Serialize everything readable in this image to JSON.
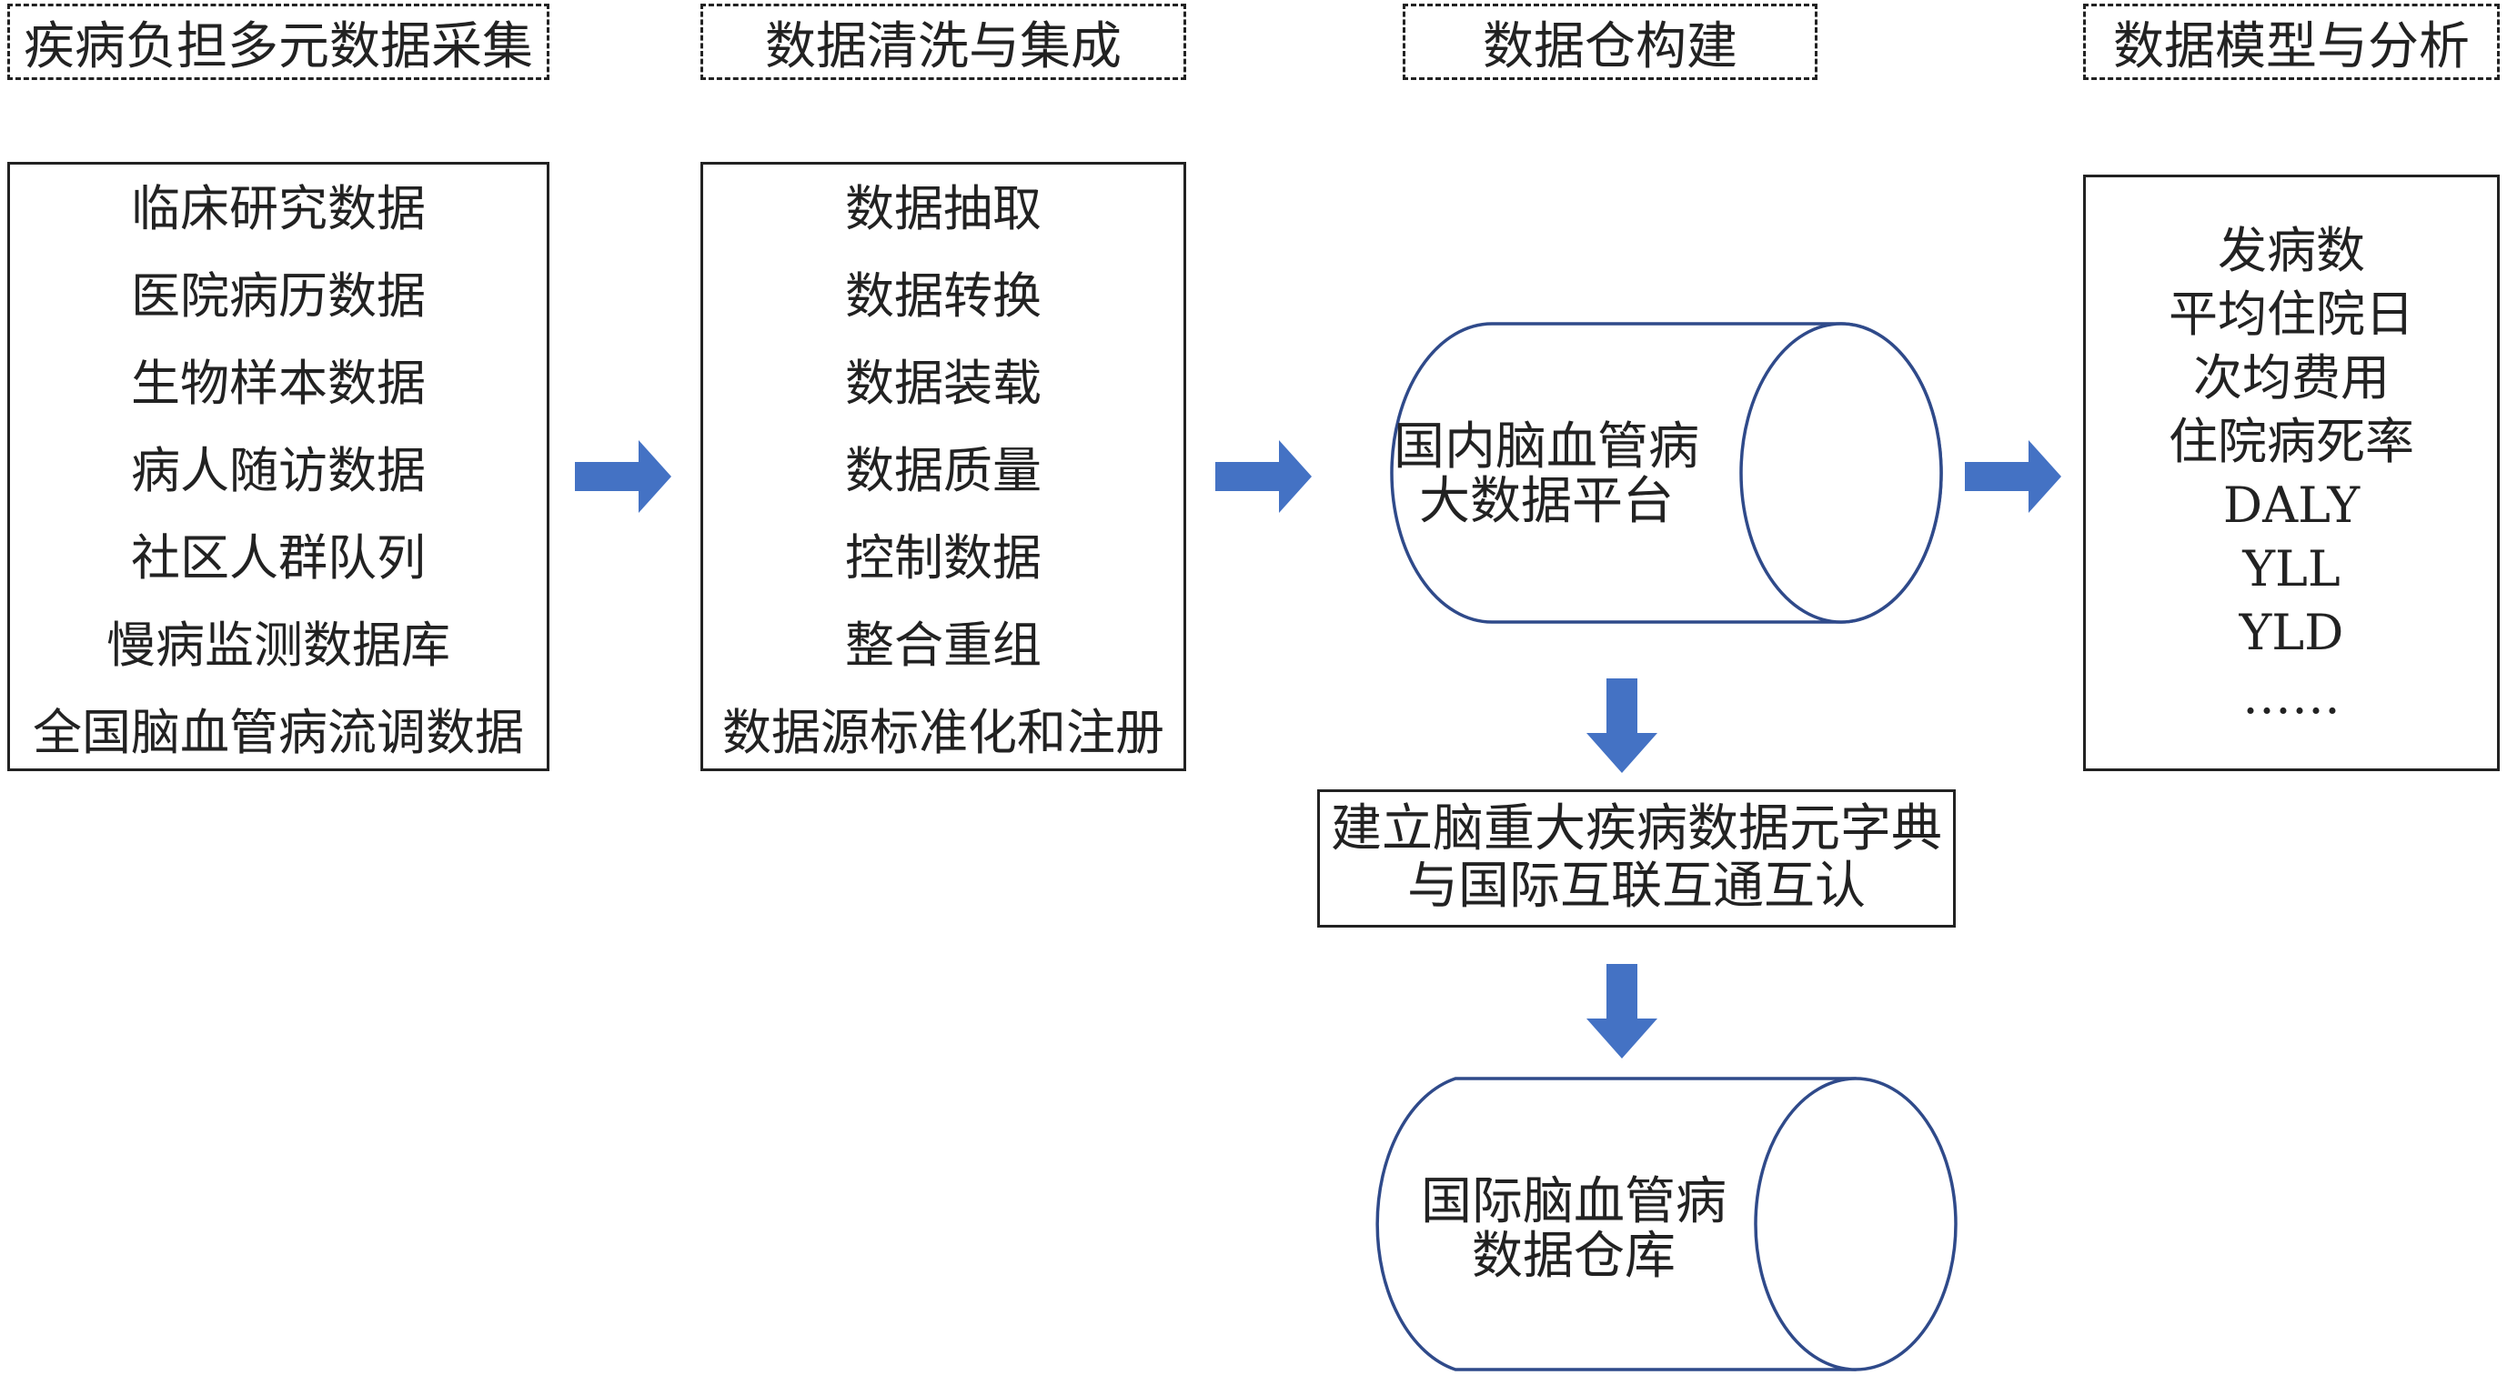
{
  "colors": {
    "arrow": "#4472C4",
    "cylinder_stroke": "#2F4A8A",
    "text": "#222222"
  },
  "columns": {
    "collection": {
      "header": "疾病负担多元数据采集",
      "items": [
        "临床研究数据",
        "医院病历数据",
        "生物样本数据",
        "病人随访数据",
        "社区人群队列",
        "慢病监测数据库",
        "全国脑血管病流调数据"
      ]
    },
    "cleaning": {
      "header": "数据清洗与集成",
      "items": [
        "数据抽取",
        "数据转换",
        "数据装载",
        "数据质量",
        "控制数据",
        "整合重组",
        "数据源标准化和注册"
      ]
    },
    "warehouse": {
      "header": "数据仓构建",
      "platform_line1": "国内脑血管病",
      "platform_line2": "大数据平台",
      "dictionary_line1": "建立脑重大疾病数据元字典",
      "dictionary_line2": "与国际互联互通互认",
      "intl_line1": "国际脑血管病",
      "intl_line2": "数据仓库"
    },
    "analysis": {
      "header": "数据模型与分析",
      "items": [
        "发病数",
        "平均住院日",
        "次均费用",
        "住院病死率",
        "DALY",
        "YLL",
        "YLD",
        "……"
      ]
    }
  }
}
